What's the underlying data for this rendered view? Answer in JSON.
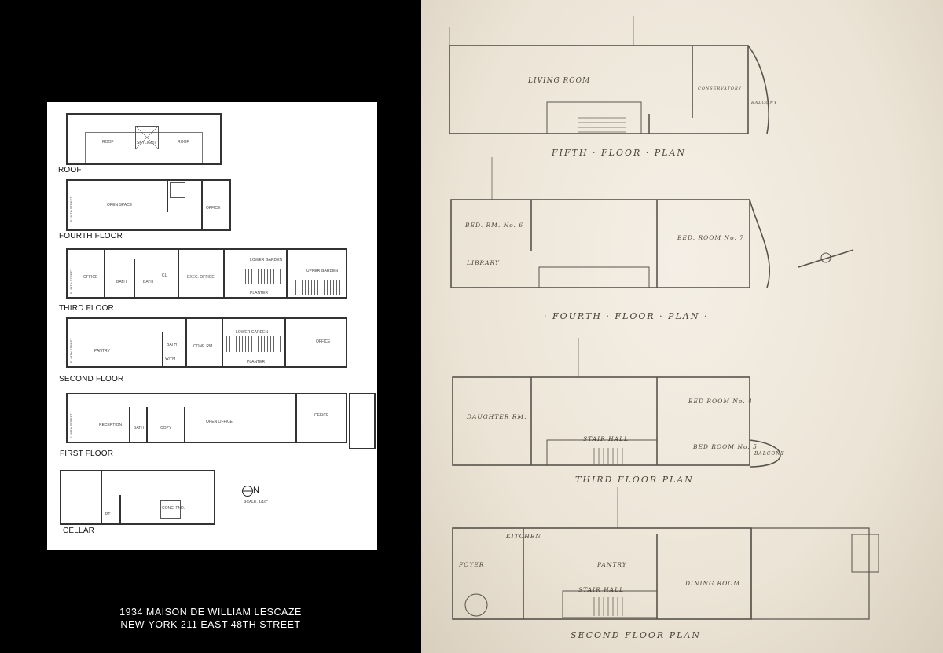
{
  "caption": {
    "line1": "1934 MAISON DE WILLIAM LESCAZE",
    "line2": "NEW-YORK 211 EAST 48TH STREET"
  },
  "modern_plans": {
    "roof": {
      "label": "ROOF",
      "rooms": [
        "ROOF",
        "SKYLIGHT",
        "ROOF"
      ]
    },
    "fourth": {
      "label": "FOURTH FLOOR",
      "rooms": [
        "OPEN SPACE",
        "OFFICE"
      ],
      "street": "E. 48TH STREET"
    },
    "third": {
      "label": "THIRD FLOOR",
      "rooms": [
        "OFFICE",
        "BATH",
        "BATH",
        "CL",
        "EXEC. OFFICE",
        "LOWER GARDEN",
        "UPPER GARDEN",
        "PLANTER"
      ],
      "street": "E. 48TH STREET"
    },
    "second": {
      "label": "SECOND FLOOR",
      "rooms": [
        "PANTRY",
        "BATH",
        "W/TM",
        "CONF. RM.",
        "LOWER GARDEN",
        "OFFICE",
        "PLANTER"
      ],
      "street": "E. 48TH STREET"
    },
    "first": {
      "label": "FIRST FLOOR",
      "rooms": [
        "RECEPTION",
        "BATH",
        "COPY",
        "OPEN OFFICE",
        "OFFICE"
      ],
      "street": "E. 48TH STREET"
    },
    "cellar": {
      "label": "CELLAR",
      "rooms": [
        "PT",
        "CONC. FND."
      ]
    },
    "north": {
      "symbol": "N",
      "scale": "SCALE: 1/16\""
    }
  },
  "blueprint": {
    "fifth": {
      "title": "FIFTH · FLOOR · PLAN",
      "rooms": [
        "LIVING ROOM",
        "CONSERVATORY",
        "BALCONY"
      ]
    },
    "fourth": {
      "title": "· FOURTH · FLOOR · PLAN ·",
      "rooms": [
        "BED. RM. No. 6",
        "BED. ROOM No. 7",
        "LIBRARY"
      ]
    },
    "third": {
      "title": "THIRD FLOOR PLAN",
      "rooms": [
        "DAUGHTER RM.",
        "BED ROOM No. 4",
        "STAIR HALL",
        "BED ROOM No. 5",
        "BALCONY"
      ]
    },
    "second": {
      "title": "SECOND FLOOR PLAN",
      "rooms": [
        "KITCHEN",
        "PANTRY",
        "FOYER",
        "STAIR HALL",
        "DINING ROOM"
      ]
    }
  }
}
